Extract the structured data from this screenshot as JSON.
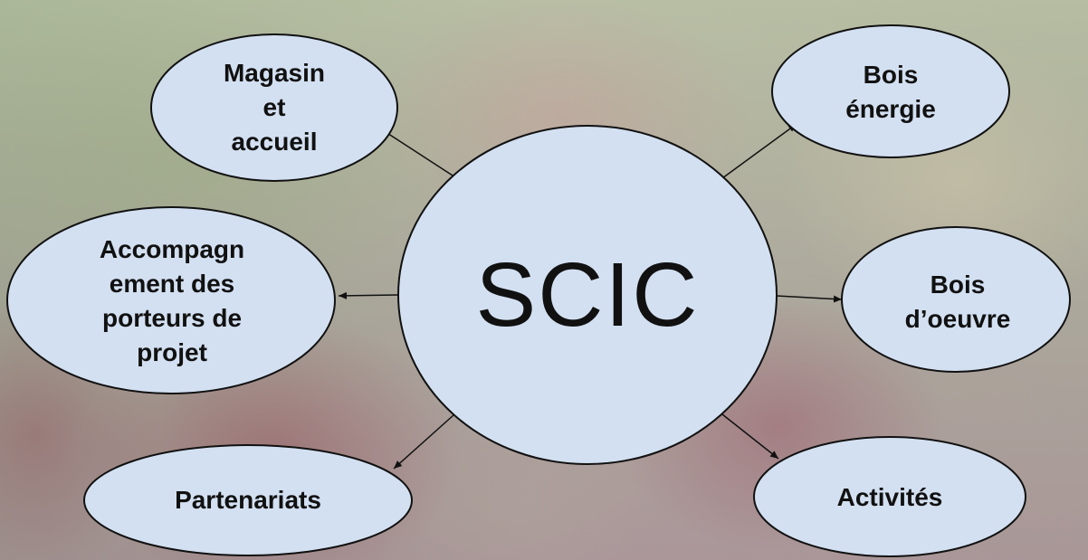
{
  "diagram": {
    "center": "SCIC",
    "nodes": [
      {
        "id": "magasin",
        "label": "Magasin\net\naccueil"
      },
      {
        "id": "accompagnement",
        "label": "Accompagn\nement des\nporteurs de\nprojet"
      },
      {
        "id": "partenariats",
        "label": "Partenariats"
      },
      {
        "id": "bois-energie",
        "label": "Bois\nénergie"
      },
      {
        "id": "bois-oeuvre",
        "label": "Bois\nd’oeuvre"
      },
      {
        "id": "activites",
        "label": "Activités"
      }
    ],
    "edges": [
      {
        "from": "SCIC",
        "to": "magasin"
      },
      {
        "from": "SCIC",
        "to": "accompagnement"
      },
      {
        "from": "SCIC",
        "to": "partenariats"
      },
      {
        "from": "SCIC",
        "to": "bois-energie"
      },
      {
        "from": "SCIC",
        "to": "bois-oeuvre"
      },
      {
        "from": "SCIC",
        "to": "activites"
      }
    ],
    "node_fill": "#d3e0f1",
    "stroke": "#111111"
  }
}
